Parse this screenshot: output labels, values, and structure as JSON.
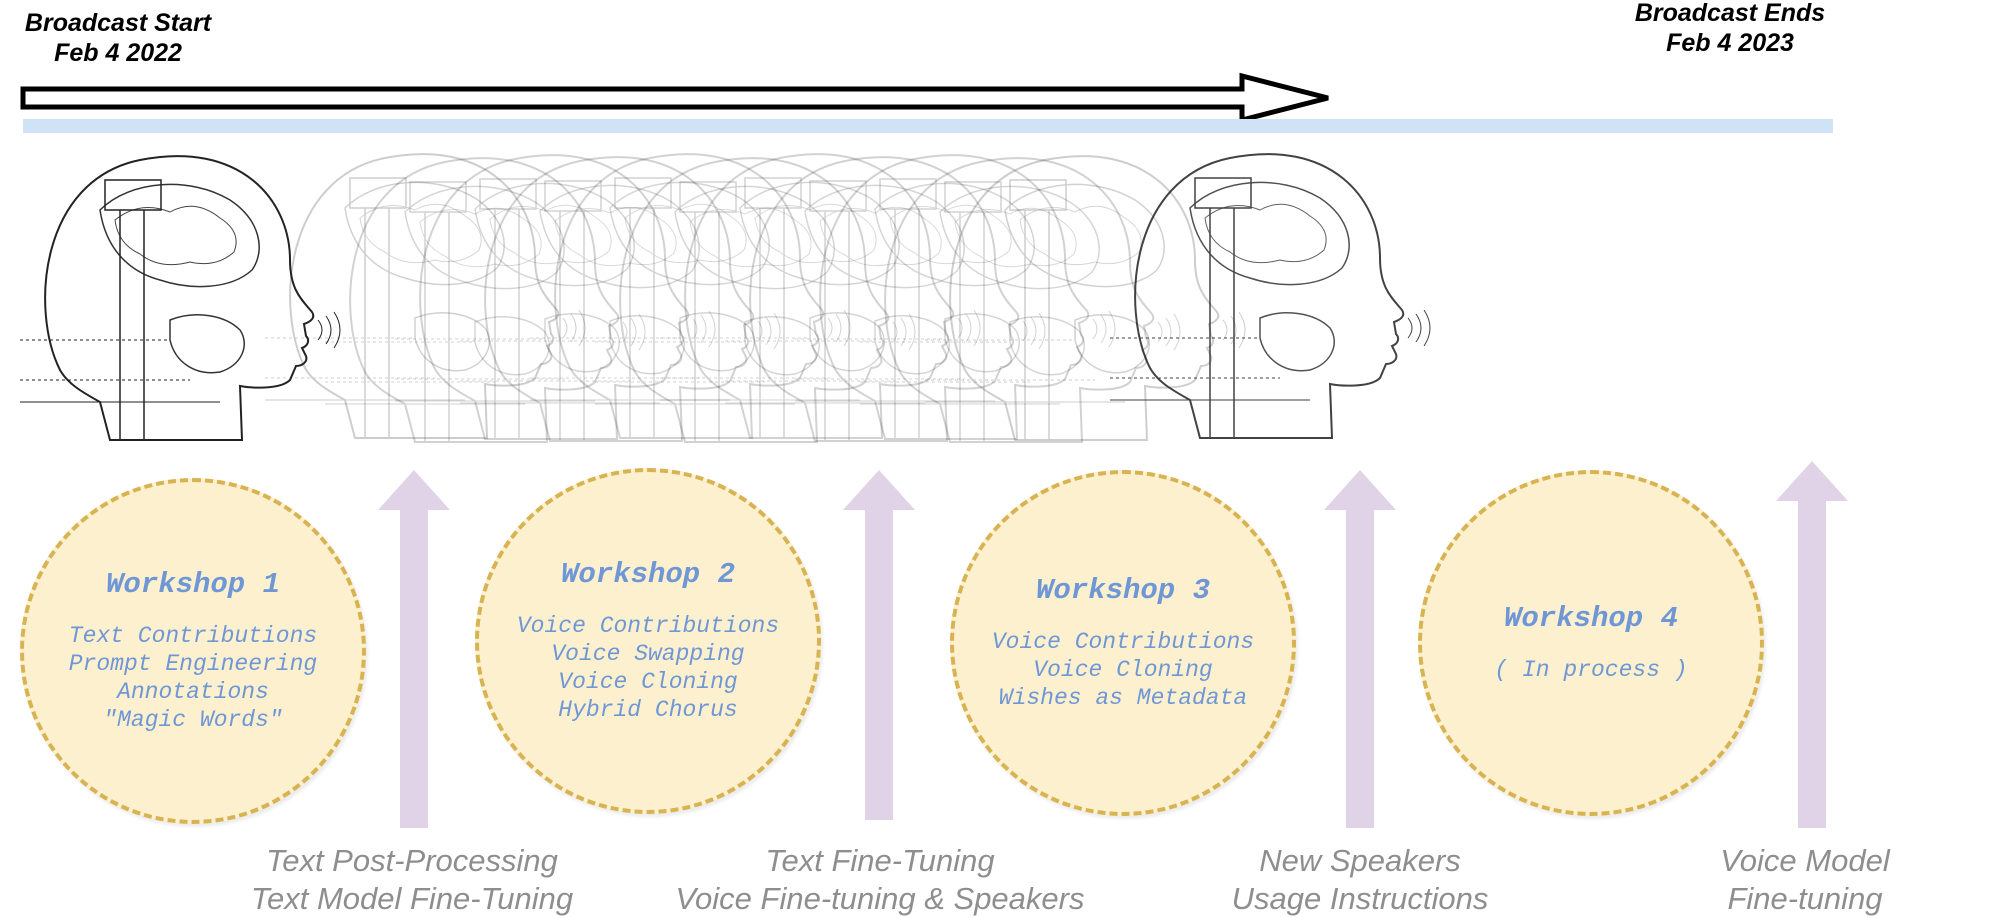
{
  "header": {
    "start_title": "Broadcast Start",
    "start_date": "Feb 4 2022",
    "end_title": "Broadcast Ends",
    "end_date": "Feb 4 2023"
  },
  "colors": {
    "band": "#cfe2f6",
    "circle_fill": "#fdf0ce",
    "circle_border": "#d8b352",
    "circle_text": "#6f97d6",
    "arrow_purple": "#e0d3e8",
    "caption": "#8e8e8e"
  },
  "illustration": {
    "icon": "overlapping-head-voice-diagrams"
  },
  "workshops": [
    {
      "title": "Workshop 1",
      "lines": [
        "Text Contributions",
        "Prompt Engineering",
        "Annotations",
        "\"Magic Words\""
      ]
    },
    {
      "title": "Workshop 2",
      "lines": [
        "Voice Contributions",
        "Voice Swapping",
        "Voice Cloning",
        "Hybrid Chorus"
      ]
    },
    {
      "title": "Workshop 3",
      "lines": [
        "Voice Contributions",
        "Voice Cloning",
        "Wishes as Metadata"
      ]
    },
    {
      "title": "Workshop 4",
      "lines": [
        "( In process )"
      ]
    }
  ],
  "stages": [
    {
      "line1": "Text Post-Processing",
      "line2": "Text Model Fine-Tuning"
    },
    {
      "line1": "Text Fine-Tuning",
      "line2": "Voice Fine-tuning & Speakers"
    },
    {
      "line1": "New Speakers",
      "line2": "Usage Instructions"
    },
    {
      "line1": "Voice Model",
      "line2": "Fine-tuning"
    }
  ]
}
